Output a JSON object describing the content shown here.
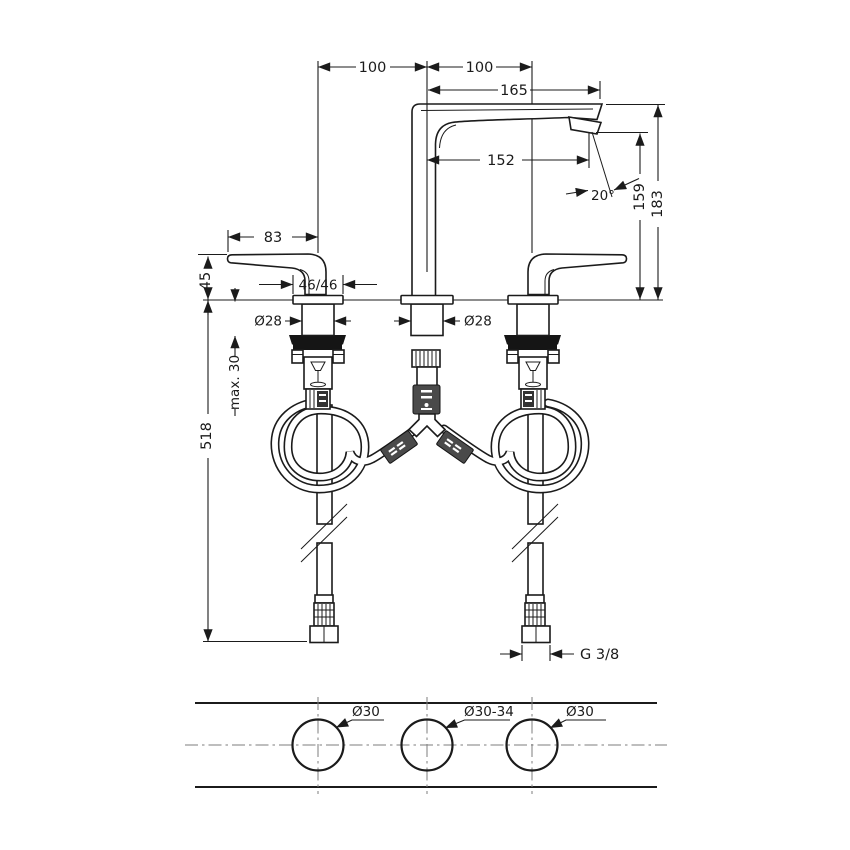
{
  "front_view": {
    "dims": {
      "hole_spacing_left": "100",
      "hole_spacing_right": "100",
      "spout_total_reach": "165",
      "spout_reach": "152",
      "spray_angle": "20°",
      "outlet_height": "159",
      "spout_height": "183",
      "handle_length": "83",
      "handle_height": "45",
      "escutcheon_size": "46/46",
      "shank_dia_left": "Ø28",
      "shank_dia_middle": "Ø28",
      "max_deck_thickness": "max. 30",
      "hose_length": "518",
      "supply_connection": "G 3/8"
    }
  },
  "plan_view": {
    "hole_left": "Ø30",
    "hole_middle": "Ø30-34",
    "hole_right": "Ø30"
  }
}
